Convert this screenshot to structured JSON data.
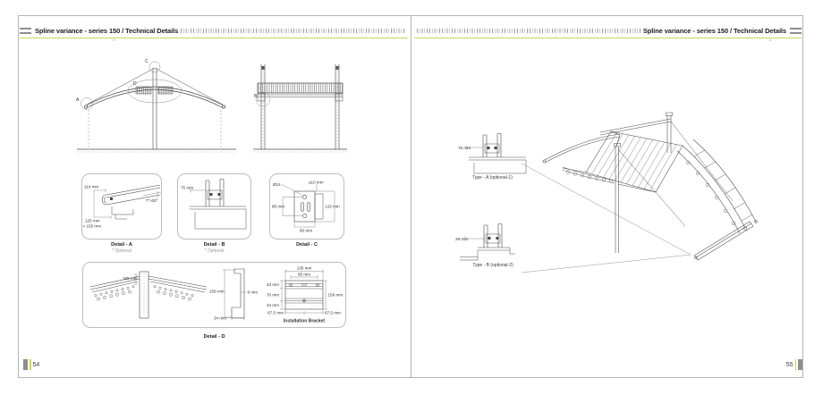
{
  "accent": "#ccd45a",
  "header": {
    "left_title": "Spline variance - series 150 / Technical Details",
    "right_title": "Spline variance - series 150 / Technical Details",
    "left_mark": "*",
    "right_mark": "*"
  },
  "pages": {
    "left": {
      "number": "54"
    },
    "right": {
      "number": "55"
    }
  },
  "elevation_front": {
    "label_a": "A",
    "label_c": "C",
    "label_d": "D"
  },
  "elevation_side": {
    "label_b": "B"
  },
  "detail_a": {
    "caption": "Detail - A",
    "note": "* Optional",
    "dim_top": "114 mm",
    "dim_bottom1": "125 mm",
    "dim_bottom2": "> 155 mm",
    "dim_angle": "7°>30°"
  },
  "detail_b": {
    "caption": "Detail - B",
    "note": "* Optional",
    "dim_width": "75 mm"
  },
  "detail_c": {
    "caption": "Detail - C",
    "dim_dia": "Ø14",
    "dim_thk": "≤10 mm",
    "dim_left": "85 mm",
    "dim_right": "115 mm",
    "dim_bottom": "80 mm"
  },
  "detail_d": {
    "caption": "Detail - D",
    "dim_apex": "155 mm",
    "profile": {
      "dim_height": "158 mm",
      "dim_web": "8 mm",
      "dim_foot": "34 mm"
    },
    "bracket": {
      "caption": "Installation Bracket",
      "dim_w_outer": "135 mm",
      "dim_w_inner": "95 mm",
      "dim_l_top": "43 mm",
      "dim_l_mid": "70 mm",
      "dim_l_bot": "43 mm",
      "dim_height": "158 mm",
      "dim_b_left": "67,5 mm",
      "dim_b_right": "67,5 mm"
    }
  },
  "type_a": {
    "caption": "Type - A (optional-1)",
    "dim": "75 mm"
  },
  "type_b": {
    "caption": "Type - B (optional-2)",
    "dim": "28 mm"
  }
}
